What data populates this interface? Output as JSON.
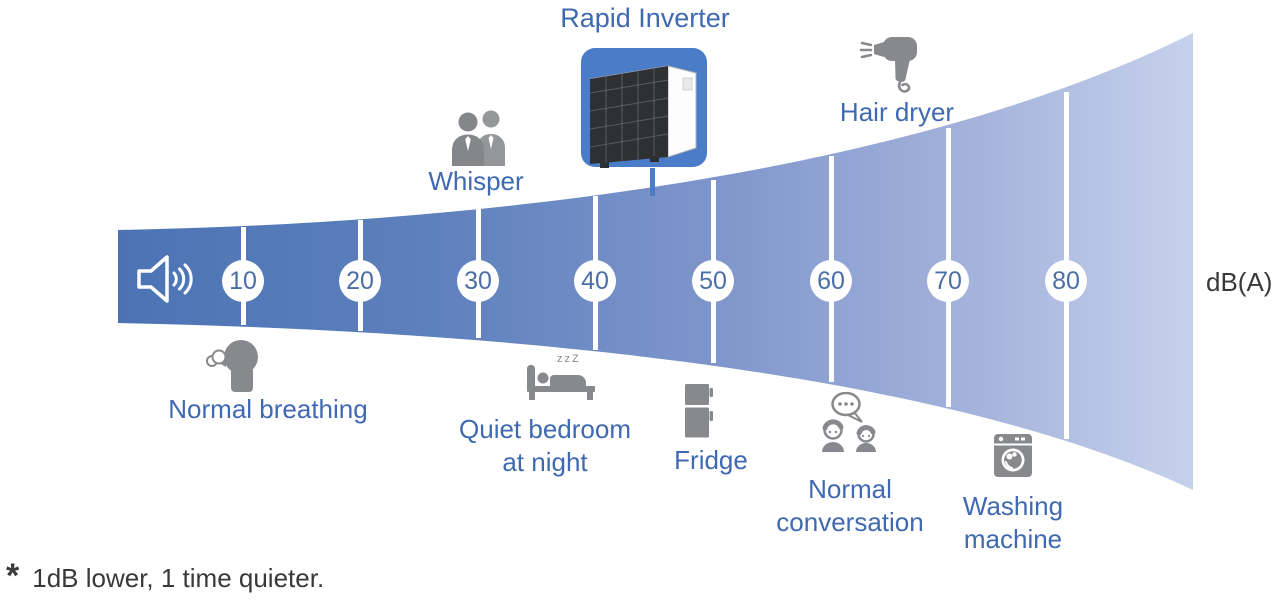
{
  "product": {
    "label": "Rapid Inverter",
    "icon": "heat-pump-outdoor-unit-image"
  },
  "scale": {
    "unit_label": "dB(A)",
    "ticks": [
      "10",
      "20",
      "30",
      "40",
      "50",
      "60",
      "70",
      "80"
    ],
    "speaker_icon": "speaker-sound-icon"
  },
  "comparisons": {
    "whisper": {
      "label": "Whisper",
      "icon": "whisper-people-icon"
    },
    "hair_dryer": {
      "label": "Hair dryer",
      "icon": "hair-dryer-icon"
    },
    "normal_breathing": {
      "label": "Normal breathing",
      "icon": "breathing-head-icon"
    },
    "quiet_bedroom": {
      "line1": "Quiet bedroom",
      "line2": "at night",
      "zzz": "zzZ",
      "icon": "sleeping-bed-icon"
    },
    "fridge": {
      "label": "Fridge",
      "icon": "fridge-icon"
    },
    "normal_conversation": {
      "line1": "Normal",
      "line2": "conversation",
      "icon": "conversation-icon"
    },
    "washing_machine": {
      "line1": "Washing",
      "line2": "machine",
      "icon": "washing-machine-icon"
    }
  },
  "footnote": {
    "marker": "*",
    "text": "1dB lower, 1 time quieter."
  },
  "colors": {
    "band_start": "#4b73b4",
    "band_end": "#c6d1ec",
    "label_blue": "#3f69b0",
    "number_blue": "#4a6fa8",
    "icon_gray": "#87898c",
    "frame_blue": "#4a7cc7",
    "text_dark": "#39393b"
  }
}
